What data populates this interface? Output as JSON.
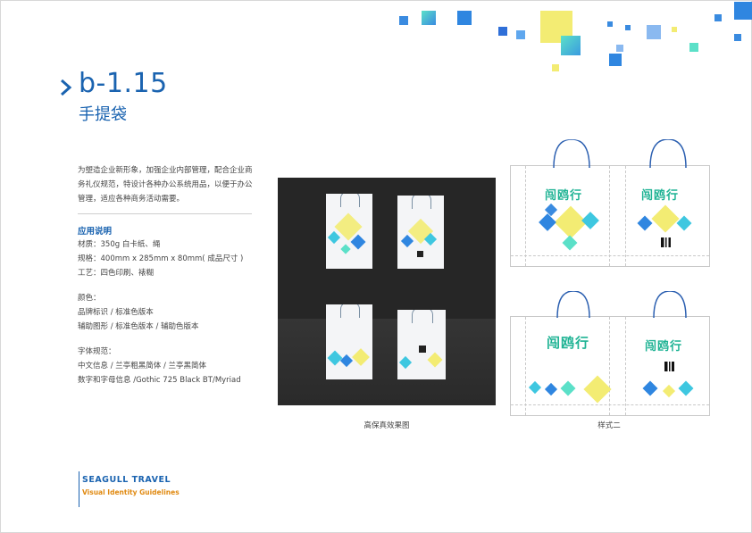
{
  "header": {
    "code": "b-1.15",
    "subtitle": "手提袋"
  },
  "intro": [
    "为塑造企业新形象，加强企业内部管理，配合企业商",
    "务礼仪规范，特设计各种办公系统用品，以便于办公",
    "管理，适应各种商务活动需要。"
  ],
  "usage": {
    "title": "应用说明",
    "lines": [
      "材质：350g 白卡纸、绳",
      "规格：400mm x 285mm x 80mm( 成品尺寸 )",
      "工艺：四色印刷、裱糊"
    ]
  },
  "colors": {
    "lines": [
      "颜色：",
      "品牌标识 / 标准色版本",
      "辅助图形 / 标准色版本 / 辅助色版本"
    ]
  },
  "fonts": {
    "lines": [
      "字体规范：",
      "中文信息 / 兰亭粗黑简体 / 兰亭黑简体",
      "数字和字母信息 /Gothic 725 Black BT/Myriad"
    ]
  },
  "captions": {
    "photo": "高保真效果图",
    "flat": "样式二"
  },
  "footer": {
    "brand": "SEAGULL  TRAVEL",
    "subtitle": "Visual Identity Guidelines"
  },
  "palette": {
    "blue": "#1a63b0",
    "orange": "#e08a12",
    "teal": "#1fb394",
    "yellow": "#f3ec73",
    "cyan": "#3ec7e0"
  }
}
